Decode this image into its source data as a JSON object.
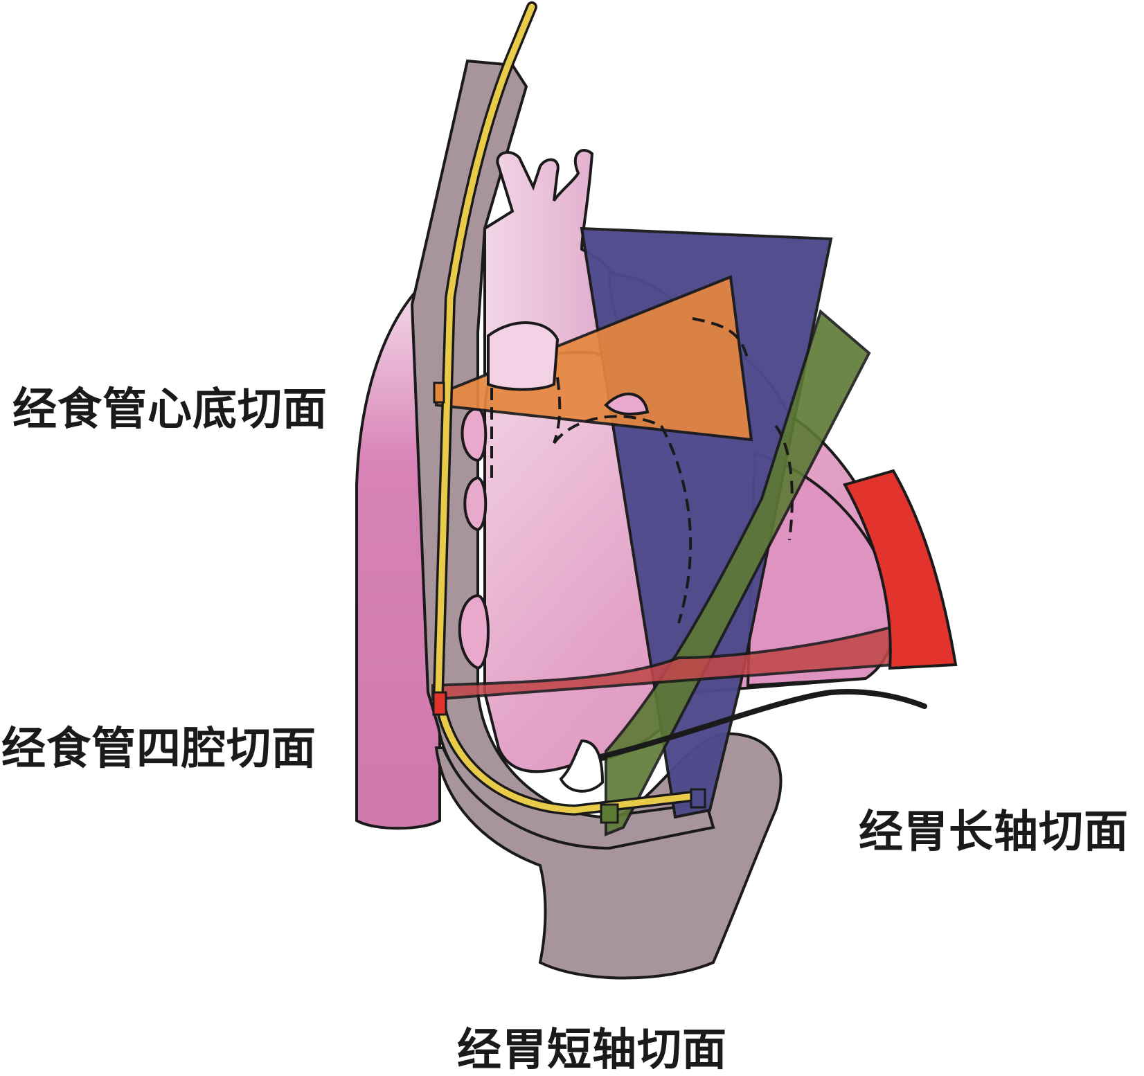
{
  "labels": {
    "base_view": "经食管心底切面",
    "four_chamber_view": "经食管四腔切面",
    "long_axis_view": "经胃长轴切面",
    "short_axis_view": "经胃短轴切面"
  },
  "colors": {
    "background": "#ffffff",
    "outline": "#1a1a1a",
    "esophagus_stomach": "#a8959b",
    "probe": "#e9cb4a",
    "heart_light": "#f0cfe0",
    "heart_mid": "#dd96c0",
    "aorta": "#d07aae",
    "plane_base": "#e6873f",
    "plane_four_chamber": "#c1484a",
    "plane_four_chamber_edge": "#e2332c",
    "plane_long_axis": "#5d7a34",
    "plane_short_axis": "#4e4a8c"
  }
}
